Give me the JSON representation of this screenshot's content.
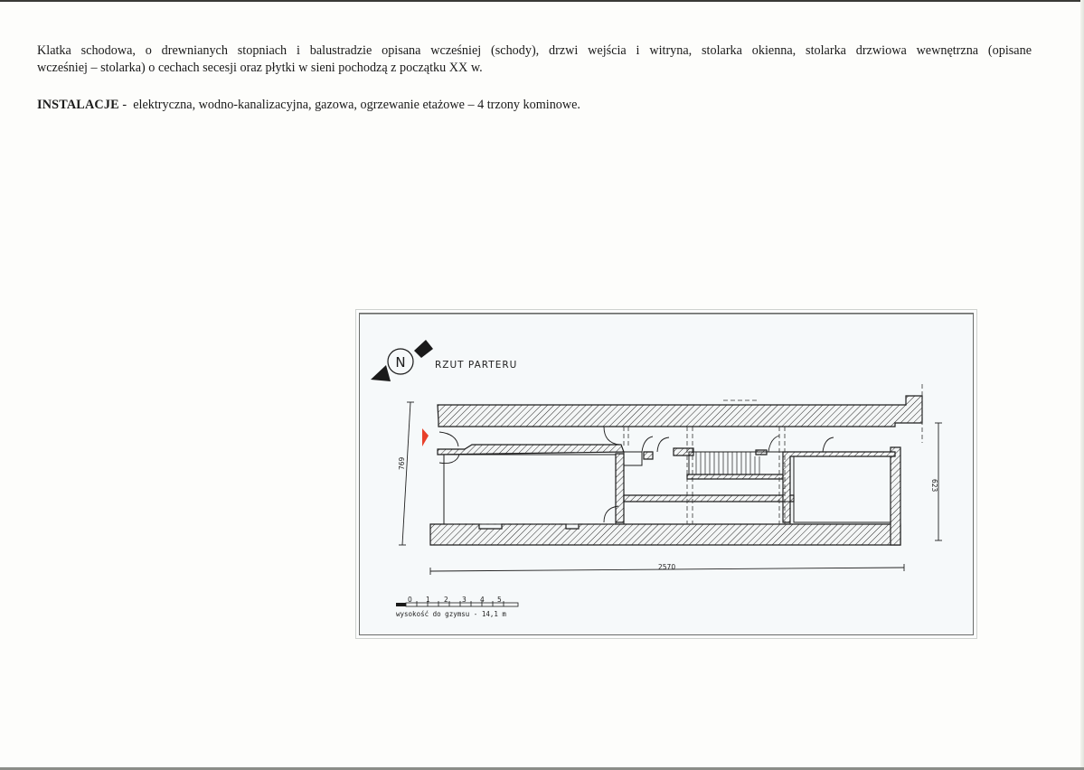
{
  "document": {
    "paragraph": {
      "line1": "Klatka schodowa, o drewnianych stopniach i balustradzie opisana wcześniej (schody), drzwi wejścia i witryna, stolarka okienna, stolarka drzwiowa wewnętrzna (opisane",
      "line2": "wcześniej – stolarka) o cechach secesji oraz płytki w sieni pochodzą z początku XX w."
    },
    "installations": {
      "label": "INSTALACJE",
      "separator": " -  ",
      "text": "elektryczna, wodno-kanalizacyjna, gazowa, ogrzewanie etażowe – 4 trzony kominowe."
    }
  },
  "drawing": {
    "title": "RZUT PARTERU",
    "north_symbol": "N",
    "dimensions": {
      "depth_left": "769",
      "depth_right": "623",
      "length_bottom": "2570"
    },
    "scale_bar": {
      "ticks": [
        "0",
        "1",
        "2",
        "3",
        "4",
        "5"
      ],
      "caption": "wysokość do gzymsu - 14,1 m"
    },
    "entrance_marker_color": "#e8402a",
    "hatch_color": "#2a2a2a",
    "line_color": "#1e1e1e"
  }
}
